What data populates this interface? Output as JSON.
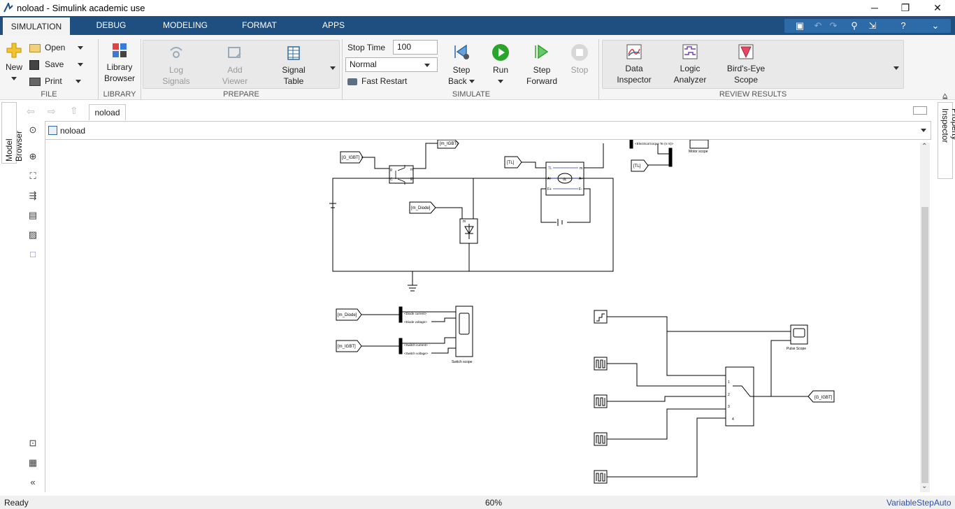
{
  "window": {
    "title": "noload - Simulink academic use",
    "minimize": "─",
    "maximize": "❐",
    "close": "✕"
  },
  "tabs": [
    "SIMULATION",
    "DEBUG",
    "MODELING",
    "FORMAT",
    "APPS"
  ],
  "file": {
    "new_label": "New",
    "open_label": "Open",
    "save_label": "Save",
    "print_label": "Print",
    "group_label": "FILE"
  },
  "library": {
    "line1": "Library",
    "line2": "Browser",
    "group_label": "LIBRARY"
  },
  "prepare": {
    "log_signals": [
      "Log",
      "Signals"
    ],
    "add_viewer": [
      "Add",
      "Viewer"
    ],
    "signal_table": [
      "Signal",
      "Table"
    ],
    "group_label": "PREPARE"
  },
  "simulate": {
    "stop_time_label": "Stop Time",
    "stop_time_value": "100",
    "mode_value": "Normal",
    "fast_restart": "Fast Restart",
    "step_back": [
      "Step",
      "Back"
    ],
    "run": "Run",
    "step_forward": [
      "Step",
      "Forward"
    ],
    "stop": "Stop",
    "group_label": "SIMULATE"
  },
  "review": {
    "data_inspector": [
      "Data",
      "Inspector"
    ],
    "logic_analyzer": [
      "Logic",
      "Analyzer"
    ],
    "birds_eye": [
      "Bird's-Eye",
      "Scope"
    ],
    "group_label": "REVIEW RESULTS"
  },
  "nav": {
    "tab_label": "noload",
    "path": "noload"
  },
  "side": {
    "model_browser": "Model Browser",
    "property_inspector": "Property Inspector"
  },
  "diagram": {
    "goto_m_igbt": "[m_IGBT]",
    "from_g_igbt": "[G_IGBT]",
    "from_tl_1": "[TL]",
    "from_tl_2": "[TL]",
    "goto_m_diode": "[m_Diode]",
    "from_m_diode": "[m_Diode]",
    "from_m_igbt": "[m_IGBT]",
    "goto_g_igbt": "[G_IGBT]",
    "motor_scope": "Motor scope",
    "motor_signal": "<Electrical torque Te (n m)>",
    "switch_scope": "Switch scope",
    "pulse_scope": "Pulse Scope",
    "diode_current": "<Diode current>",
    "diode_voltage": "<Diode voltage>",
    "switch_current": "<Switch current>",
    "switch_voltage": "<Switch voltage>",
    "dc_label": "dc",
    "tl_port": "TL",
    "m_port": "m",
    "a_plus": "A+",
    "a_minus": "A-",
    "f_plus": "F+",
    "f_minus": "F-",
    "igbt_g": "g",
    "igbt_c": "C",
    "igbt_e": "E",
    "igbt_m": "m",
    "diode_m": "m",
    "sw_in1": "1",
    "sw_in2": "2",
    "sw_in3": "3",
    "sw_in4": "4"
  },
  "status": {
    "left": "Ready",
    "zoom": "60%",
    "solver": "VariableStepAuto"
  },
  "colors": {
    "ribbon": "#1f4e80",
    "accent": "#2d6aa8",
    "run_green": "#2aa52a"
  }
}
